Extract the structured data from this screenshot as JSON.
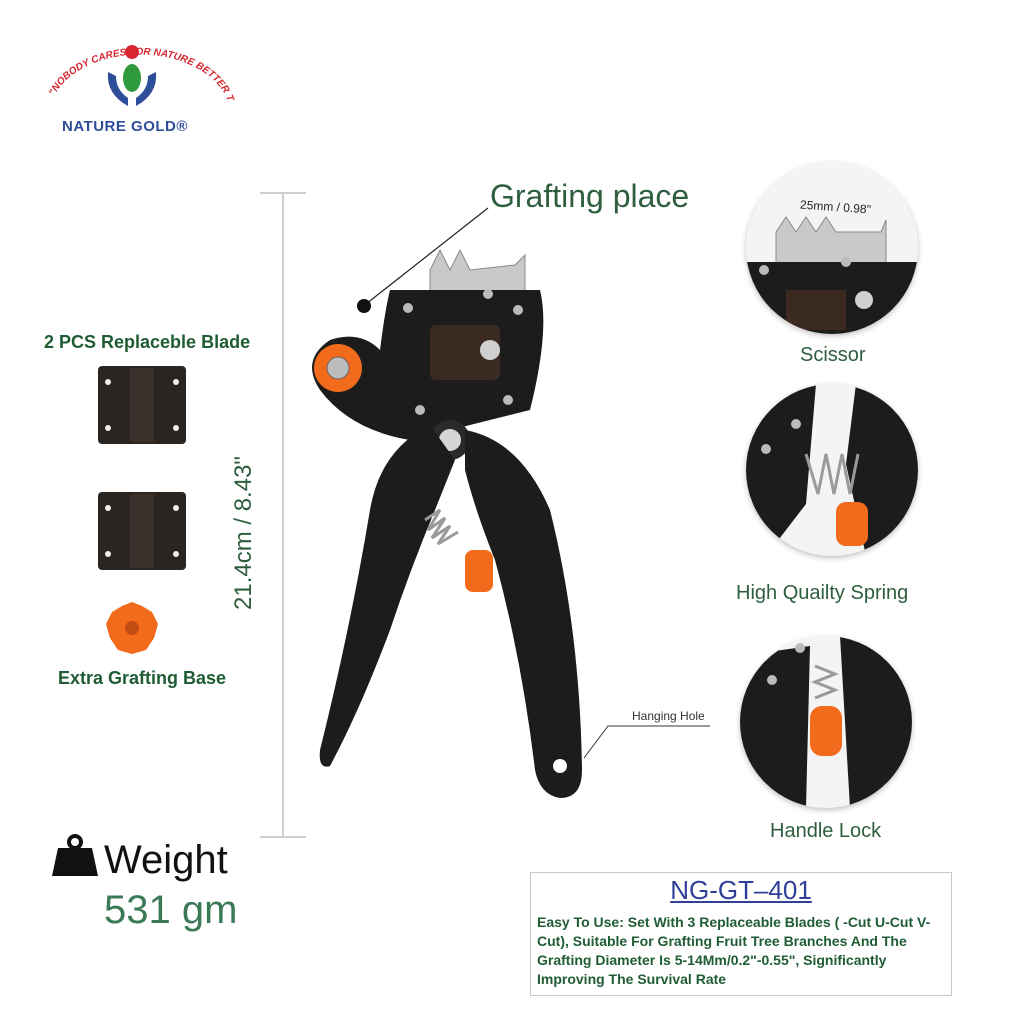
{
  "logo": {
    "slogan": "\"NOBODY CARES FOR NATURE BETTER THAN US\"",
    "brand": "NATURE GOLD®"
  },
  "title": "Grafting place",
  "left_panel": {
    "blade_title": "2 PCS Replaceble Blade",
    "base_title": "Extra Grafting Base"
  },
  "dimension": {
    "text": "21.4cm / 8.43\""
  },
  "hanging_hole": "Hanging Hole",
  "features": [
    {
      "label": "Scissor",
      "measure": "25mm / 0.98\""
    },
    {
      "label": "High Quailty Spring"
    },
    {
      "label": "Handle Lock"
    }
  ],
  "weight": {
    "label": "Weight",
    "value": "531 gm",
    "icon": "weight-icon"
  },
  "info": {
    "model": "NG-GT–401",
    "description": "Easy To Use: Set With 3 Replaceable Blades ( -Cut U-Cut V-Cut), Suitable For Grafting Fruit Tree Branches And The Grafting Diameter Is 5-14Mm/0.2\"-0.55\", Significantly Improving The Survival Rate"
  },
  "colors": {
    "green": "#2e5e3e",
    "tool_black": "#1c1c1c",
    "orange": "#f26a1b",
    "brand_blue": "#2f4e9a",
    "logo_red": "#d8262e"
  }
}
